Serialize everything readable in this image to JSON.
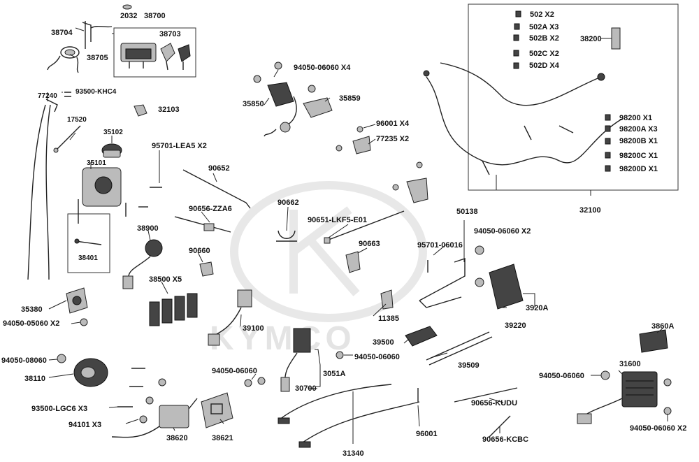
{
  "watermark": {
    "brand": "KYMCO"
  },
  "labels": {
    "p2032": "2032",
    "p38700": "38700",
    "p38704": "38704",
    "p38703": "38703",
    "p38705": "38705",
    "p77240": "77240",
    "p93500khc4": "93500-KHC4",
    "p32103": "32103",
    "p17520": "17520",
    "p35102": "35102",
    "p35101": "35101",
    "p38401": "38401",
    "p35380": "35380",
    "p94050_05060": "94050-05060 X2",
    "p94050_08060": "94050-08060",
    "p38110": "38110",
    "p93500lgc6": "93500-LGC6 X3",
    "p94101": "94101 X3",
    "p38620": "38620",
    "p38621": "38621",
    "p94050_06060_a": "94050-06060 X4",
    "p35859": "35859",
    "p35850": "35850",
    "p96001x4": "96001 X4",
    "p77235": "77235 X2",
    "p95701lea5": "95701-LEA5 X2",
    "p90652": "90652",
    "p90656zza6": "90656-ZZA6",
    "p90662": "90662",
    "p90651": "90651-LKF5-E01",
    "p38900": "38900",
    "p90660": "90660",
    "p90663": "90663",
    "p38500": "38500 X5",
    "p39100": "39100",
    "p94050_06060_b": "94050-06060",
    "p3051a": "3051A",
    "p30700": "30700",
    "p31340": "31340",
    "p11385": "11385",
    "p39500": "39500",
    "p94050_06060_c": "94050-06060",
    "p95701_06016": "95701-06016",
    "p50138": "50138",
    "p94050_06060_d": "94050-06060 X2",
    "p3920a": "3920A",
    "p39220": "39220",
    "p39509": "39509",
    "p96001": "96001",
    "p90656kudu": "90656-KUDU",
    "p90656kcbc": "90656-KCBC",
    "p3860a": "3860A",
    "p31600": "31600",
    "p94050_06060_e": "94050-06060",
    "p94050_06060_f": "94050-06060 X2",
    "p32100": "32100",
    "p38200": "38200",
    "p502": "502 X2",
    "p502a": "502A X3",
    "p502b": "502B X2",
    "p502c": "502C X2",
    "p502d": "502D X4",
    "p98200": "98200 X1",
    "p98200a": "98200A X3",
    "p98200b": "98200B X1",
    "p98200c": "98200C X1",
    "p98200d": "98200D X1"
  }
}
